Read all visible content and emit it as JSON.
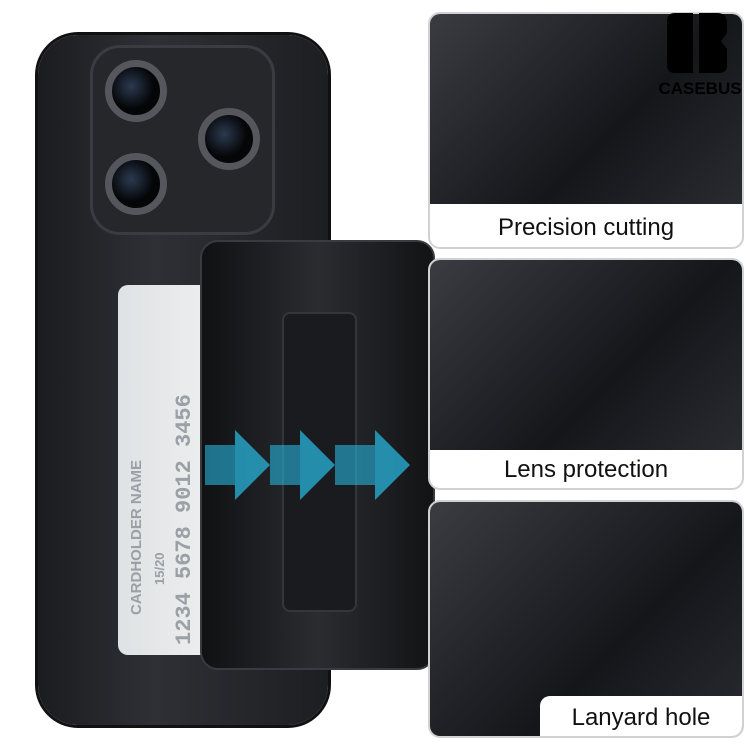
{
  "brand": {
    "logo_text": "CASEBUS"
  },
  "card": {
    "holder": "CARDHOLDER NAME",
    "number": "1234 5678 9012 3456",
    "expiry": "15/20"
  },
  "features": [
    {
      "label": "Precision cutting"
    },
    {
      "label": "Lens protection"
    },
    {
      "label": "Lanyard hole"
    }
  ],
  "colors": {
    "arrow": "#28b4dc",
    "case": "#1d1e21",
    "border": "#cfd1d3"
  }
}
